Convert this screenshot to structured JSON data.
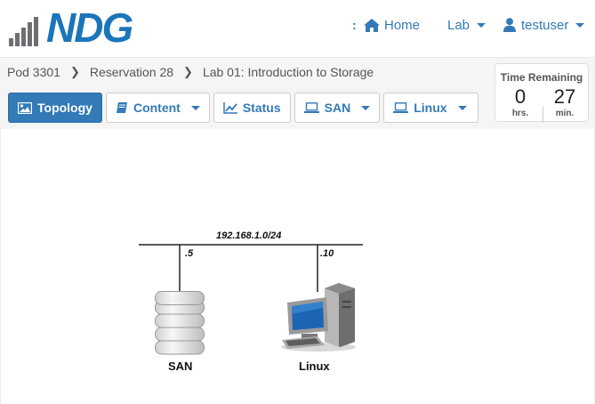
{
  "header": {
    "logo_text": "NDG",
    "nav_colon": ":",
    "nav": {
      "home": "Home",
      "lab": "Lab",
      "user": "testuser"
    }
  },
  "breadcrumb": {
    "items": [
      "Pod 3301",
      "Reservation 28",
      "Lab 01: Introduction to Storage"
    ]
  },
  "tabs": [
    {
      "label": "Topology",
      "icon": "image-icon",
      "active": true
    },
    {
      "label": "Content",
      "icon": "book-icon",
      "dropdown": true
    },
    {
      "label": "Status",
      "icon": "line-chart-icon"
    },
    {
      "label": "SAN",
      "icon": "laptop-icon",
      "dropdown": true
    },
    {
      "label": "Linux",
      "icon": "laptop-icon",
      "dropdown": true
    }
  ],
  "timer": {
    "title": "Time Remaining",
    "hours": "0",
    "hours_label": "hrs.",
    "minutes": "27",
    "minutes_label": "min."
  },
  "topology": {
    "network": "192.168.1.0/24",
    "nodes": [
      {
        "name": "SAN",
        "ip": ".5",
        "icon": "storage-icon"
      },
      {
        "name": "Linux",
        "ip": ".10",
        "icon": "desktop-computer-icon"
      }
    ]
  },
  "colors": {
    "accent": "#337ab7",
    "brand": "#1b75bb",
    "logo_gray": "#6d6e71"
  }
}
